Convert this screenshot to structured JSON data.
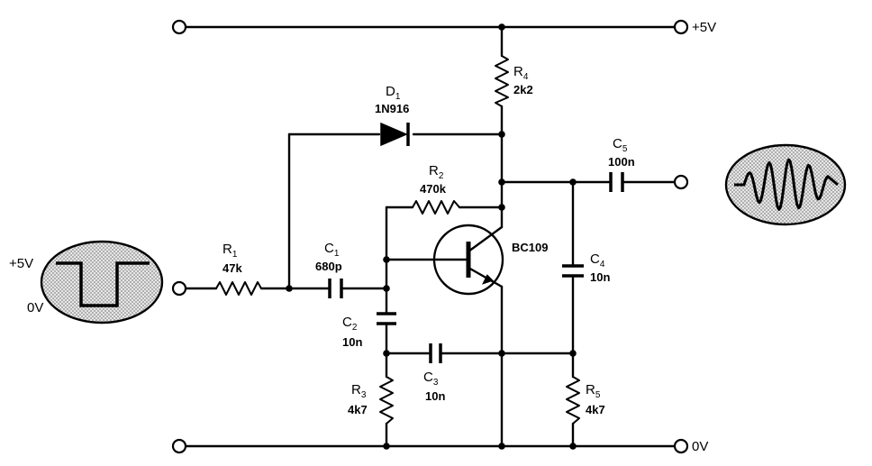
{
  "rails": {
    "top_label": "+5V",
    "bottom_label": "0V"
  },
  "input_scope": {
    "high_label": "+5V",
    "low_label": "0V"
  },
  "components": {
    "R1": {
      "letter": "R",
      "sub": "1",
      "value": "47k"
    },
    "R2": {
      "letter": "R",
      "sub": "2",
      "value": "470k"
    },
    "R3": {
      "letter": "R",
      "sub": "3",
      "value": "4k7"
    },
    "R4": {
      "letter": "R",
      "sub": "4",
      "value": "2k2"
    },
    "R5": {
      "letter": "R",
      "sub": "5",
      "value": "4k7"
    },
    "C1": {
      "letter": "C",
      "sub": "1",
      "value": "680p"
    },
    "C2": {
      "letter": "C",
      "sub": "2",
      "value": "10n"
    },
    "C3": {
      "letter": "C",
      "sub": "3",
      "value": "10n"
    },
    "C4": {
      "letter": "C",
      "sub": "4",
      "value": "10n"
    },
    "C5": {
      "letter": "C",
      "sub": "5",
      "value": "100n"
    },
    "D1": {
      "letter": "D",
      "sub": "1",
      "value": "1N916"
    },
    "Q1": {
      "value": "BC109"
    }
  }
}
